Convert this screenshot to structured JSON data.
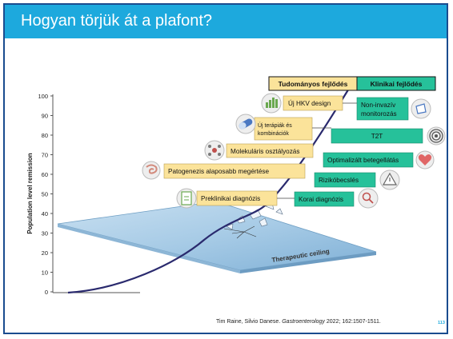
{
  "slide": {
    "title": "Hogyan törjük át a plafont?",
    "page_number": "113",
    "citation": {
      "authors": "Tim Raine, Silvio Danese.",
      "journal": "Gastroenterology",
      "details": " 2022; 162:1507-1511."
    }
  },
  "diagram": {
    "y_axis_label": "Population level remission",
    "y_ticks": [
      "100",
      "90",
      "80",
      "70",
      "60",
      "50",
      "40",
      "30",
      "20",
      "10",
      "0"
    ],
    "ceiling_label": "Therapeutic ceiling",
    "headers": {
      "scientific": "Tudományos fejlődés",
      "clinical": "Klinikai fejlődés"
    },
    "scientific_items": [
      {
        "label": "Új HKV design",
        "icon": "bar-chart-icon"
      },
      {
        "label_line1": "Új terápiák és",
        "label_line2": "kombinációk",
        "icon": "pill-icon"
      },
      {
        "label": "Molekuláris osztályozás",
        "icon": "molecule-icon"
      },
      {
        "label": "Patogenezis alaposabb megértése",
        "icon": "intestine-icon"
      },
      {
        "label": "Preklinikai diagnózis",
        "icon": "clipboard-icon"
      }
    ],
    "clinical_items": [
      {
        "label_line1": "Non-invazív",
        "label_line2": "monitorozás",
        "icon": "ultrasound-probe-icon"
      },
      {
        "label": "T2T",
        "icon": "target-icon"
      },
      {
        "label": "Optimalizált betegellátás",
        "icon": "heart-monitor-icon"
      },
      {
        "label": "Rizikóbecslés",
        "icon": "warning-icon"
      },
      {
        "label": "Korai diagnózis",
        "icon": "magnifier-icon"
      }
    ],
    "colors": {
      "title_bar": "#1da9dd",
      "scientific_box": "#fbe39a",
      "clinical_box": "#26c19a",
      "curve": "#2a2a6e",
      "ceiling_plane": "#9fc6e3"
    }
  }
}
